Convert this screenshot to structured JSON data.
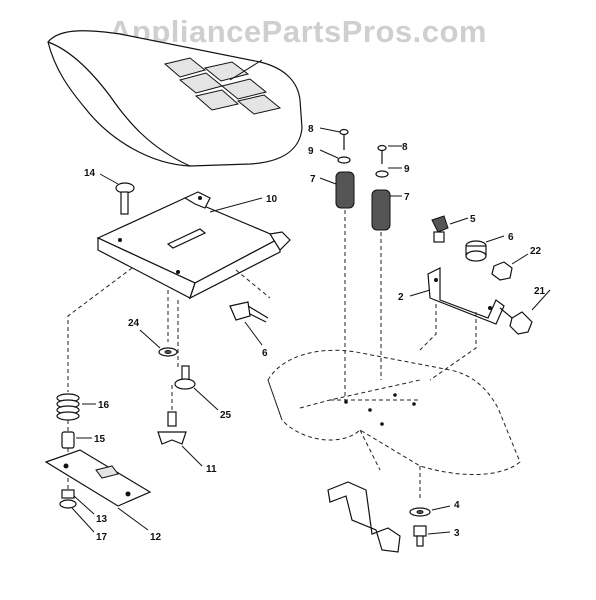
{
  "watermark": "AppliancePartsPros.com",
  "callouts": {
    "c14": "14",
    "c10": "10",
    "c24": "24",
    "c6a": "6",
    "c16": "16",
    "c25": "25",
    "c15": "15",
    "c11": "11",
    "c13": "13",
    "c12": "12",
    "c17": "17",
    "c8a": "8",
    "c9a": "9",
    "c7a": "7",
    "c8b": "8",
    "c9b": "9",
    "c7b": "7",
    "c5": "5",
    "c6b": "6",
    "c22": "22",
    "c2": "2",
    "c21": "21",
    "c4": "4",
    "c3": "3"
  }
}
